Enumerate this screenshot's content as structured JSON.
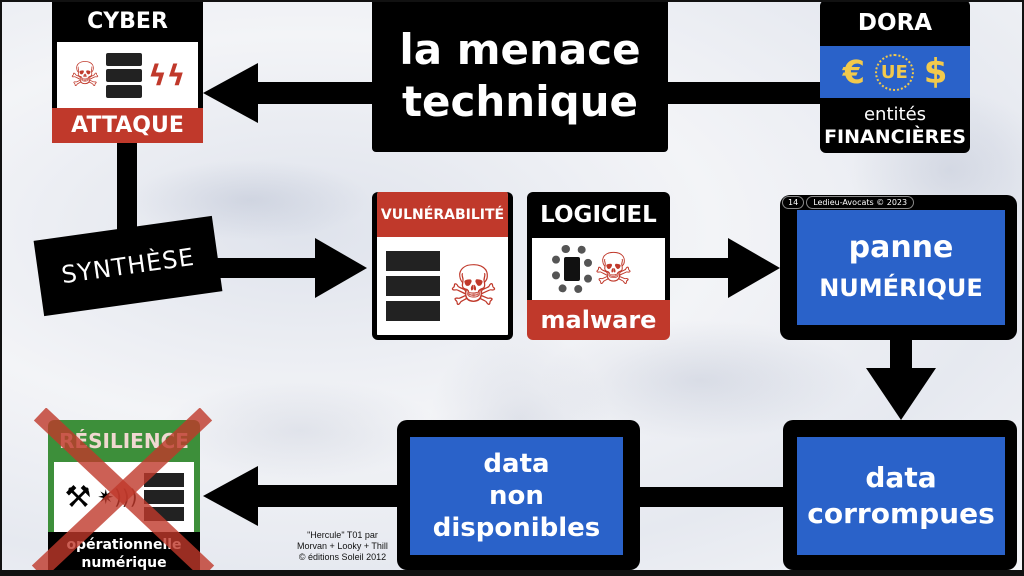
{
  "title": {
    "line1": "la menace",
    "line2": "technique"
  },
  "cyber": {
    "top": "CYBER",
    "bottom": "ATTAQUE"
  },
  "dora": {
    "top": "DORA",
    "euro": "€",
    "ue": "UE",
    "dollar": "$",
    "line1": "entités",
    "line2": "FINANCIÈRES"
  },
  "synthese": "SYNTHÈSE",
  "vulnerabilite": "VULNÉRABILITÉ",
  "logiciel": {
    "top": "LOGICIEL",
    "bottom": "malware"
  },
  "slide": {
    "number": "14",
    "credit": "Ledieu-Avocats © 2023"
  },
  "panne": {
    "line1": "panne",
    "line2": "NUMÉRIQUE"
  },
  "corrompues": {
    "line1": "data",
    "line2": "corrompues"
  },
  "non_dispo": {
    "line1": "data",
    "line2": "non",
    "line3": "disponibles"
  },
  "resilience": {
    "top": "RÉSILIENCE",
    "line1": "opérationnelle",
    "line2": "numérique"
  },
  "image_credit": {
    "line1": "\"Hercule\" T01 par",
    "line2": "Morvan + Looky + Thill",
    "line3": "© éditions Soleil 2012"
  },
  "colors": {
    "red": "#c0392b",
    "blue": "#2a62c9",
    "green": "#3d8f3a",
    "black": "#000000"
  }
}
